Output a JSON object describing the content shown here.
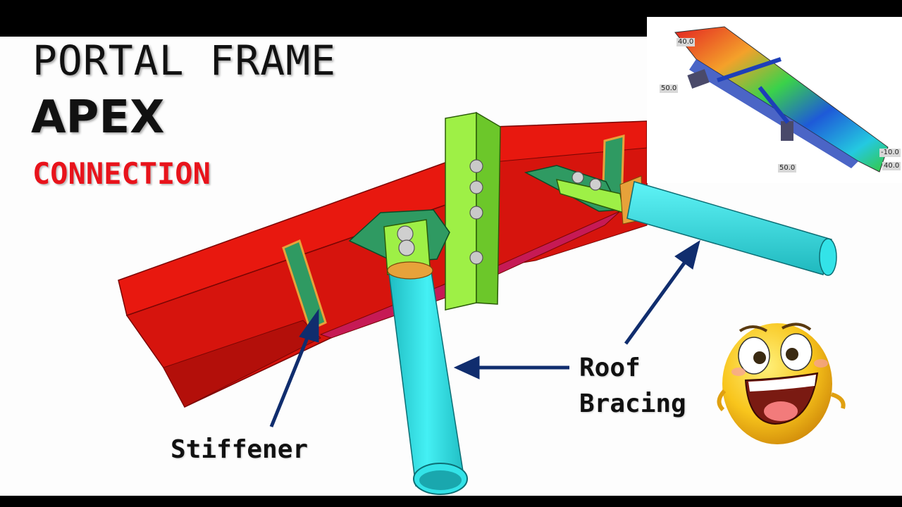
{
  "title": {
    "line1": "PORTAL FRAME",
    "line2": "APEX",
    "line3": "CONNECTION",
    "line3_color": "#e8131b"
  },
  "labels": {
    "stiffener": "Stiffener",
    "roof_line1": "Roof",
    "roof_line2": "Bracing"
  },
  "inset": {
    "dim_values": [
      "40.0",
      "50.0",
      "-10.0",
      "40.0",
      "50.0"
    ]
  },
  "colors": {
    "beam": "#e8180f",
    "beam_dark": "#b80f0a",
    "plate": "#84e23a",
    "gusset": "#2f9a62",
    "tube": "#33e3e8",
    "arrow": "#102d6e"
  },
  "icons": [
    "smiley-emoji-icon",
    "arrow-icon"
  ]
}
